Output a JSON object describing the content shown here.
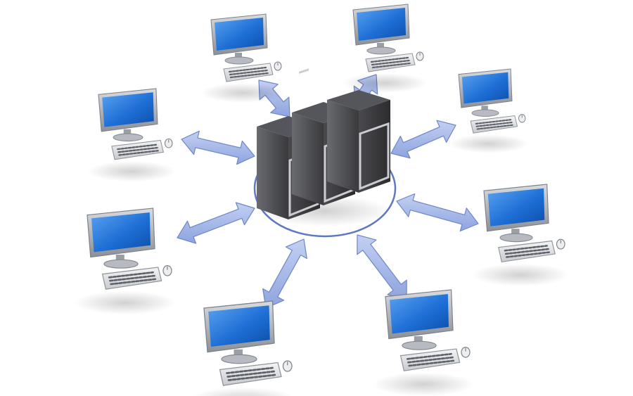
{
  "scene": {
    "subject": "client-server-network-illustration",
    "server_count": 3,
    "client_count": 9,
    "colors": {
      "background": "#ffffff",
      "server_body": "#3b3b3e",
      "server_trim": "#c9cdd2",
      "arrow_fill": "#9fb3e6",
      "arrow_stroke": "#6f86c8",
      "ring": "#5f78c4",
      "screen": "#1e6fd6",
      "monitor_frame": "#a9adb3",
      "keyboard": "#e2e4e7"
    }
  }
}
